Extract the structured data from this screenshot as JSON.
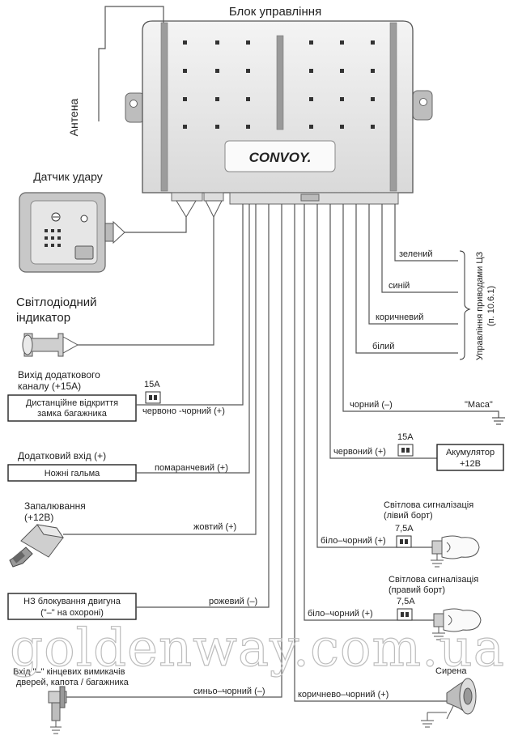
{
  "control_unit": {
    "title": "Блок управління",
    "brand": "CONVOY."
  },
  "antenna": {
    "label": "Антена"
  },
  "shock_sensor": {
    "label": "Датчик удару"
  },
  "led_indicator": {
    "label_line1": "Світлодіодний",
    "label_line2": "індикатор"
  },
  "trunk": {
    "caption_line1": "Вихід додаткового",
    "caption_line2": "каналу (+15А)",
    "box_line1": "Дистанційне відкриття",
    "box_line2": "замка багажника",
    "fuse": "15А",
    "wire": "червоно -чорний  (+)"
  },
  "brake": {
    "caption": "Додатковий вхід (+)",
    "box": "Ножні гальма",
    "wire": "помаранчевий (+)"
  },
  "ignition": {
    "label_line1": "Запалювання",
    "label_line2": "(+12В)",
    "wire": "жовтий (+)"
  },
  "immobilizer": {
    "box_line1": "НЗ блокування двигуна",
    "box_line2": "(\"–\" на охороні)",
    "wire": "рожевий (–)"
  },
  "door_switch": {
    "label_line1": "Вхід \"–\" кінцевих вимикачів",
    "label_line2": "дверей, капота / багажника",
    "wire": "синьо–чорний (–)"
  },
  "central_lock": {
    "title": "Управління приводами ЦЗ",
    "ref": "(п. 10.6.1)",
    "wires": [
      "зелений",
      "синій",
      "коричневий",
      "білий"
    ]
  },
  "ground": {
    "wire": "чорний (–)",
    "label": "\"Маса\""
  },
  "battery": {
    "wire": "червоний (+)",
    "fuse": "15А",
    "box_line1": "Акумулятор",
    "box_line2": "+12В"
  },
  "lights_left": {
    "label_line1": "Світлова сигналізація",
    "label_line2": "(лівий борт)",
    "wire": "біло–чорний (+)",
    "fuse": "7,5А"
  },
  "lights_right": {
    "label_line1": "Світлова сигналізація",
    "label_line2": "(правий борт)",
    "wire": "біло–чорний  (+)",
    "fuse": "7,5А"
  },
  "siren": {
    "label": "Сирена",
    "wire": "коричнево–чорний (+)"
  },
  "watermark": "goldenway.com.ua"
}
